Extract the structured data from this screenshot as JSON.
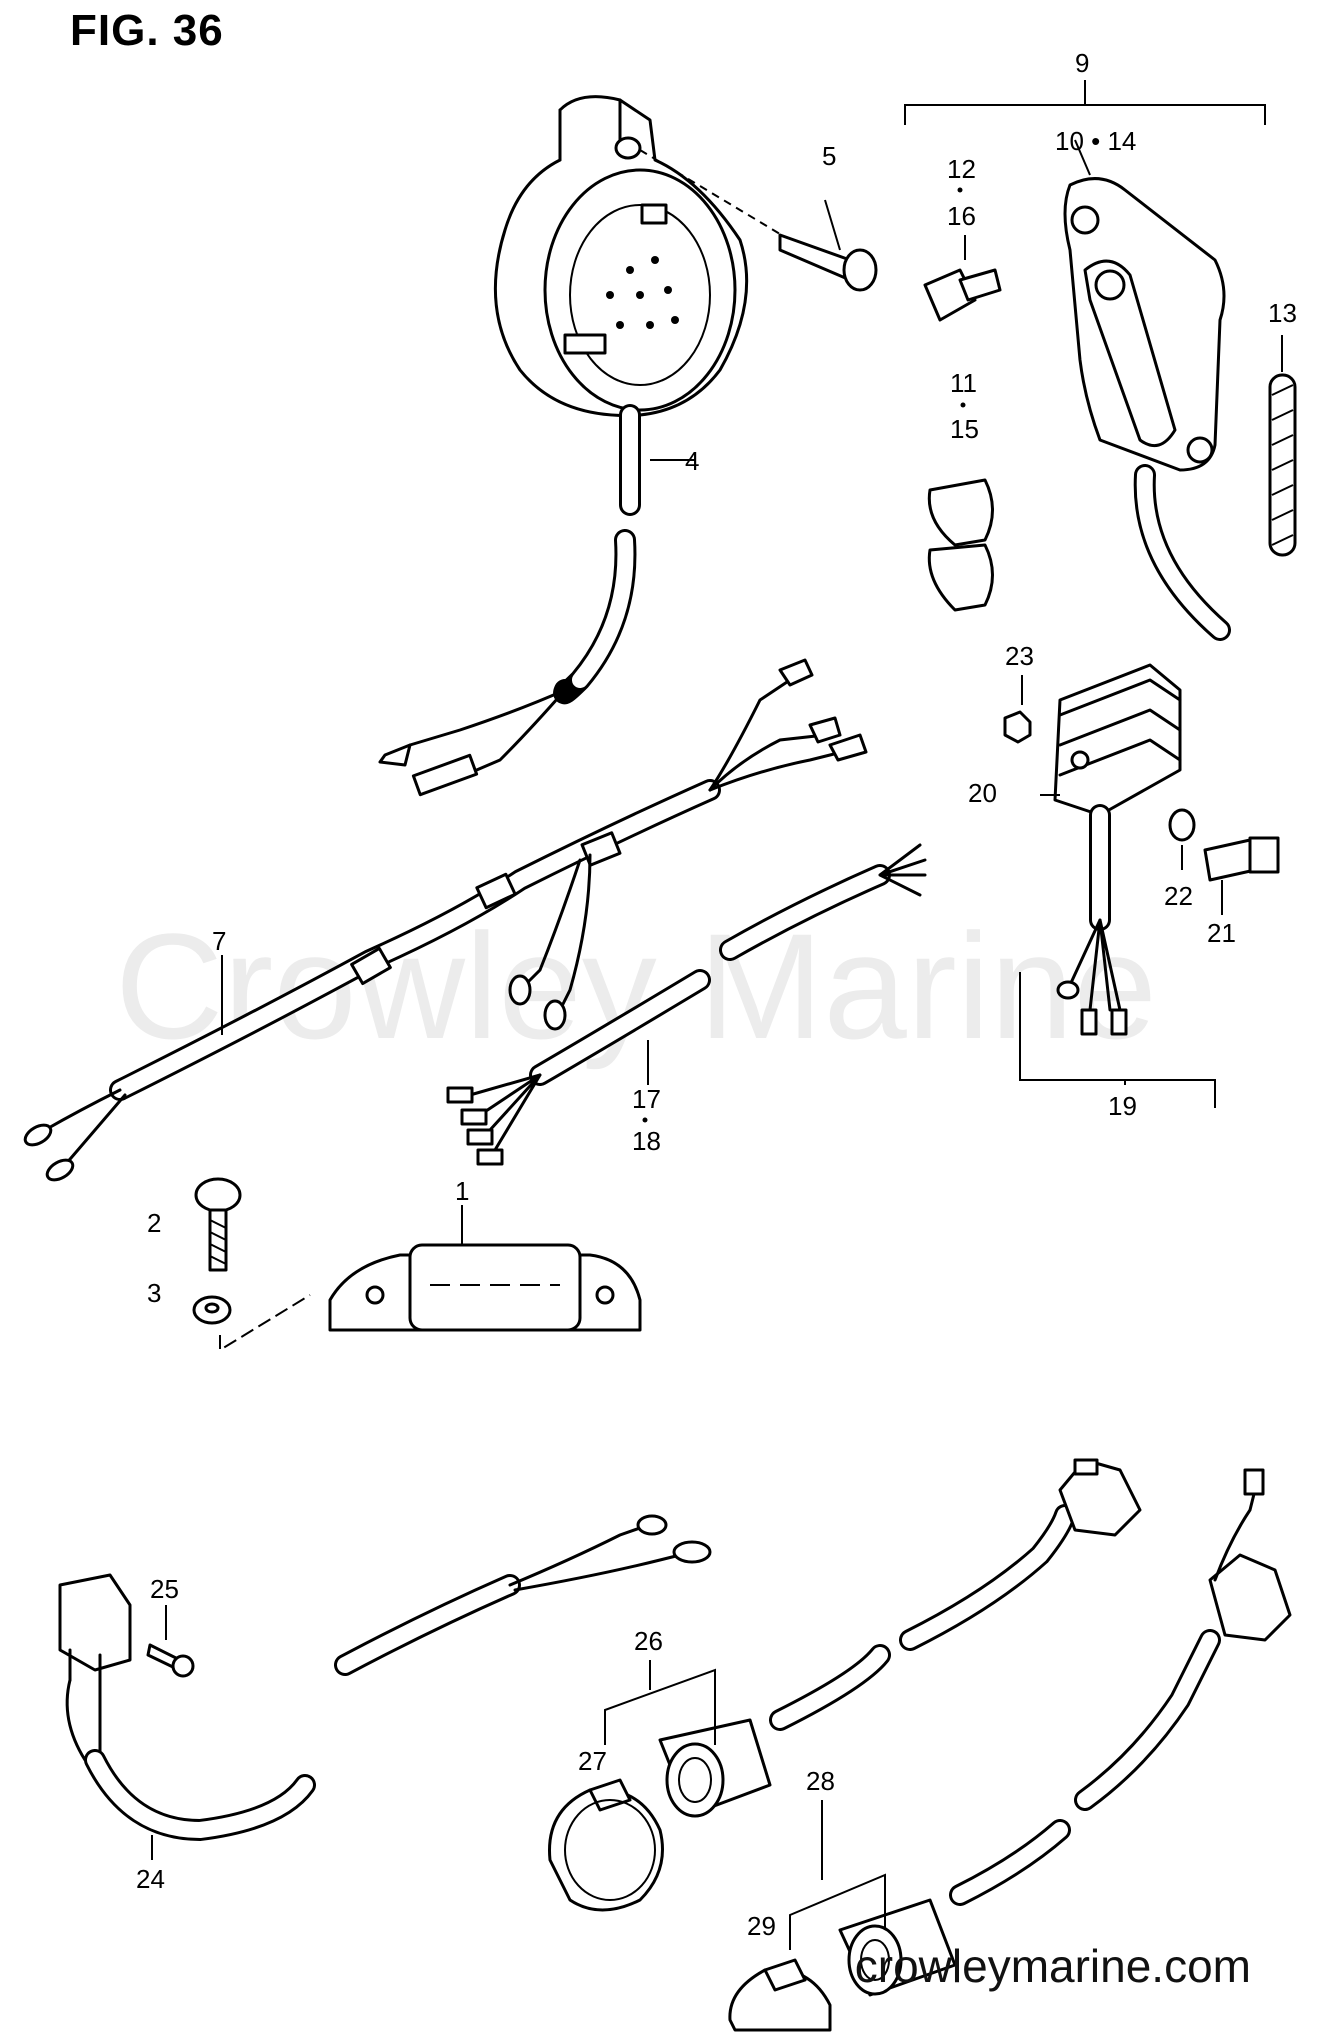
{
  "figure": {
    "title": "FIG. 36"
  },
  "watermark": "Crowley Marine",
  "site": "crowleymarine.com",
  "labels": {
    "l1": "1",
    "l2": "2",
    "l3": "3",
    "l4": "4",
    "l5": "5",
    "l7": "7",
    "l9": "9",
    "l10_14": "10 • 14",
    "l11": "11",
    "l15": "15",
    "l12": "12",
    "l16": "16",
    "l13": "13",
    "l17": "17",
    "l18": "18",
    "l19": "19",
    "l20": "20",
    "l21": "21",
    "l22": "22",
    "l23": "23",
    "l24": "24",
    "l25": "25",
    "l26": "26",
    "l27": "27",
    "l28": "28",
    "l29": "29"
  }
}
